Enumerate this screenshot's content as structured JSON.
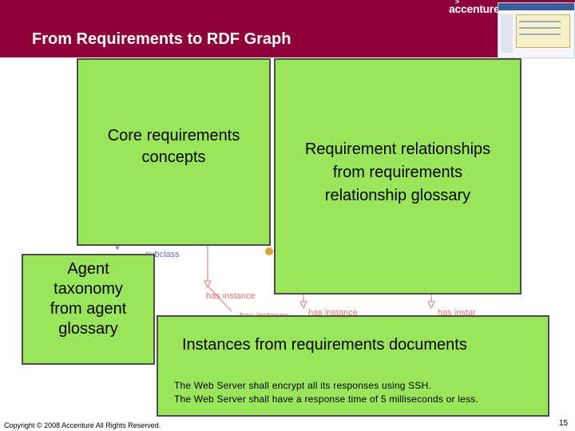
{
  "slide": {
    "title": "From Requirements to RDF Graph",
    "logo_text": "accenture",
    "logo_mark": ">",
    "accent_color": "#8e0038",
    "box_color": "#99e65c"
  },
  "boxes": {
    "core": [
      "Core requirements",
      "concepts"
    ],
    "relationships": [
      "Requirement relationships",
      "from requirements",
      "relationship glossary"
    ],
    "agent": [
      "Agent",
      "taxonomy",
      "from agent",
      "glossary"
    ],
    "instances": {
      "heading": "Instances from requirements documents",
      "sentences": [
        "The Web Server shall encrypt all its responses using SSH.",
        "The Web Server shall have a response time of 5 milliseconds or less."
      ]
    }
  },
  "graph_labels": {
    "subclass": "subclass",
    "has_instance_1": "has instance",
    "has_instance_2": "has instance",
    "has_instance_3": "has instar",
    "partial": "has instance"
  },
  "footer": {
    "copyright": "Copyright © 2008 Accenture All Rights Reserved.",
    "page": "15"
  }
}
